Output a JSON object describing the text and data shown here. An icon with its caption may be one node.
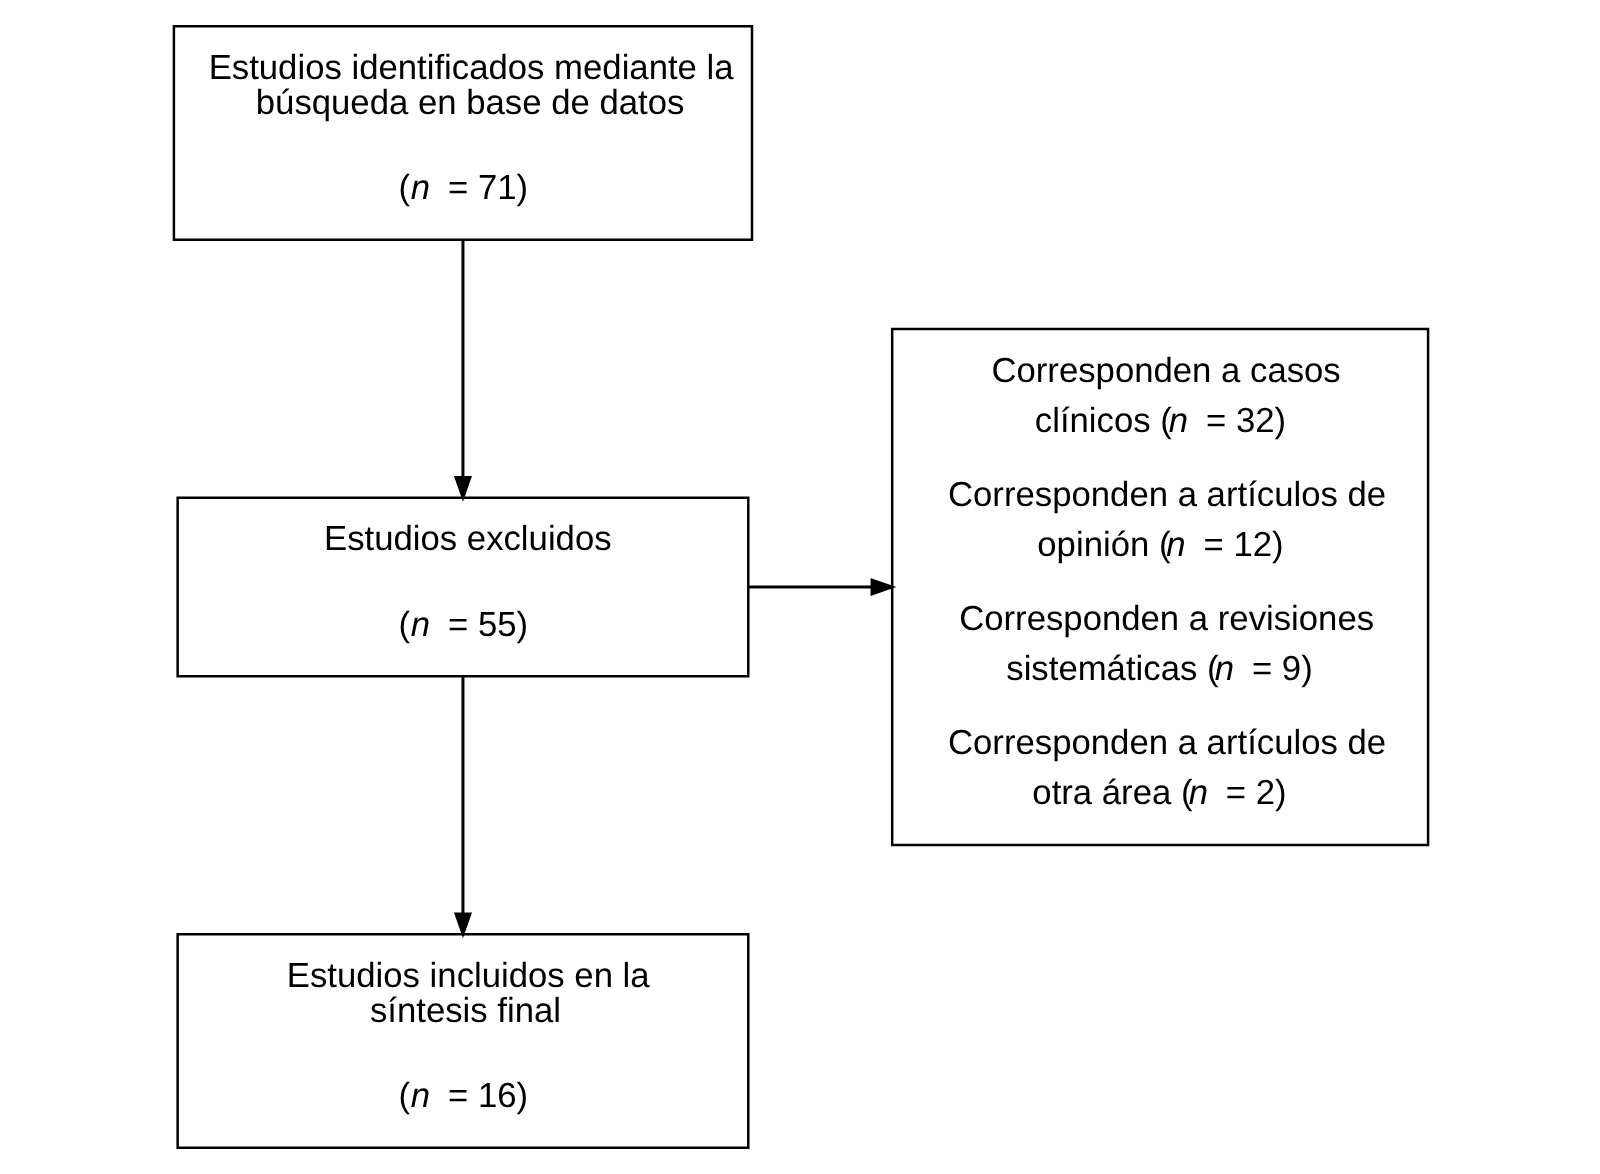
{
  "diagram": {
    "nodes": [
      {
        "text": [
          "Estudios identificados mediante la búsqueda en base de datos",
          "(*n* = 71)"
        ]
      },
      {
        "text": [
          "Estudios excluidos",
          "(*n* = 55)"
        ]
      },
      {
        "text": [
          "Corresponden a casos clínicos (*n* = 32)",
          "Corresponden a artículos de opinión (*n* = 12)",
          "Corresponden a revisiones sistemáticas (*n* = 9)",
          "Corresponden a artículos de otra área (*n* = 2)"
        ]
      },
      {
        "text": [
          "Estudios incluidos en la síntesis final",
          "(*n* = 16)"
        ]
      }
    ],
    "edges": [
      {
        "from": 0,
        "to": 1,
        "arrow": "to"
      },
      {
        "from": 1,
        "to": 2,
        "arrow": "to"
      },
      {
        "from": 1,
        "to": 3,
        "arrow": "to"
      }
    ]
  }
}
